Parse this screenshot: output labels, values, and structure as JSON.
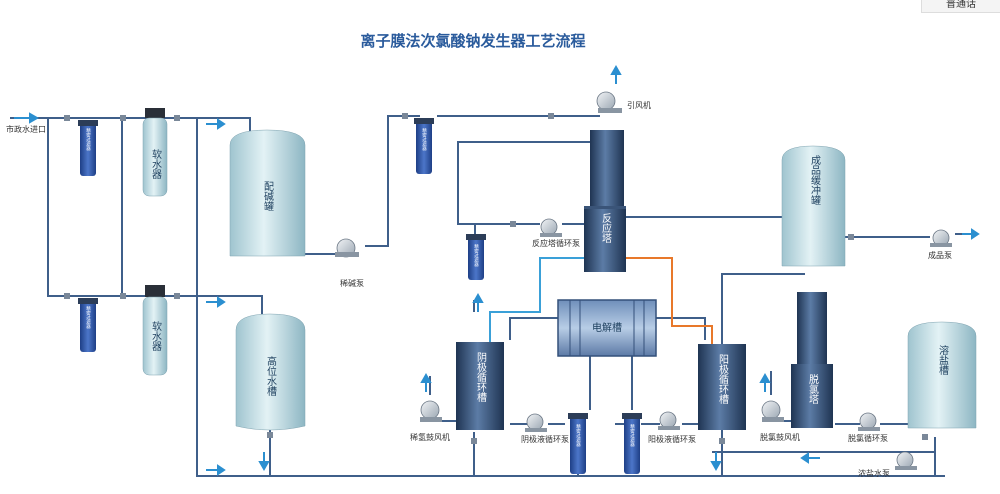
{
  "title": "离子膜法次氯酸钠发生器工艺流程",
  "corner_tab": "普通话",
  "labels": {
    "city_water_inlet": "市政水进口",
    "prefilter_text": "精密过滤器",
    "softener_top": "软水器",
    "softener_bottom": "软水器",
    "alkali_tank": "配碱罐",
    "alkali_pump": "稀碱泵",
    "high_water_tank": "高位水槽",
    "alkali_filter_text": "精密过滤器",
    "induced_fan": "引风机",
    "reaction_tower": "反应塔",
    "tower_pump": "反应塔循环泵",
    "tower_filter_text": "精密过滤器",
    "product_tank": "成品缓冲罐",
    "product_pump": "成品泵",
    "electrolyzer": "电解槽",
    "cathode_tank": "阴极循环槽",
    "anode_tank": "阳极循环槽",
    "dechlor_tower": "脱氯塔",
    "brine_tank": "溶盐槽",
    "hydrogen_fan": "稀氢鼓风机",
    "cathode_pump": "阴极液循环泵",
    "cathode_filter_text": "精密过滤器",
    "anode_filter_text": "精密过滤器",
    "anode_pump": "阳极液循环泵",
    "dechlor_fan": "脱氯鼓风机",
    "dechlor_pump": "脱氯循环泵",
    "brine_pump": "浓盐水泵"
  },
  "colors": {
    "pipe": "#3f5f8a",
    "cathode_line": "#3aa0d8",
    "anode_line": "#e8782a",
    "flow_arrow": "#2b8fd0",
    "vessel_light": "#cfe6ec",
    "vessel_dark": "#2f4668"
  }
}
